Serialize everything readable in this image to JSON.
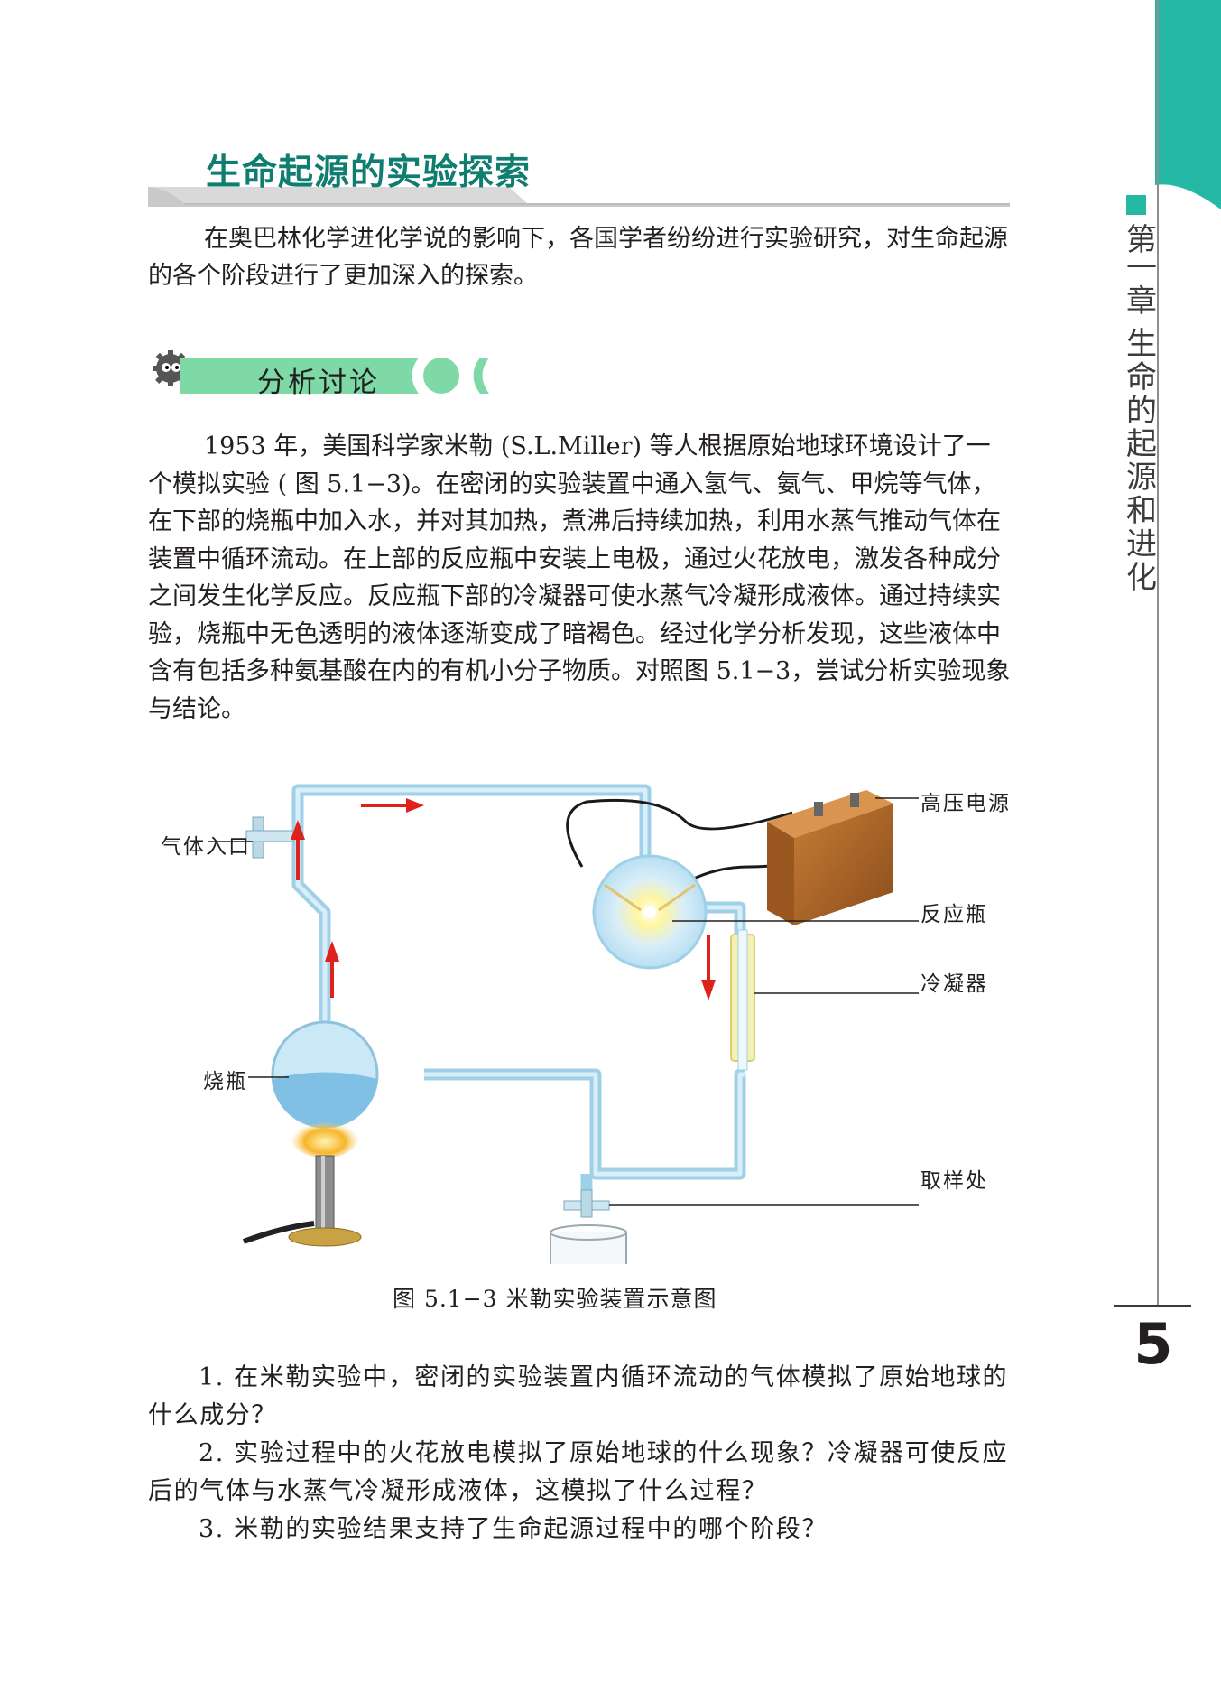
{
  "section_title": "生命起源的实验探索",
  "intro_text": "在奥巴林化学进化学说的影响下，各国学者纷纷进行实验研究，对生命起源的各个阶段进行了更加深入的探索。",
  "discussion_label": "分析讨论",
  "body_text": "1953 年，美国科学家米勒 (S.L.Miller) 等人根据原始地球环境设计了一个模拟实验 ( 图 5.1−3)。在密闭的实验装置中通入氢气、氨气、甲烷等气体，在下部的烧瓶中加入水，并对其加热，煮沸后持续加热，利用水蒸气推动气体在装置中循环流动。在上部的反应瓶中安装上电极，通过火花放电，激发各种成分之间发生化学反应。反应瓶下部的冷凝器可使水蒸气冷凝形成液体。通过持续实验，烧瓶中无色透明的液体逐渐变成了暗褐色。经过化学分析发现，这些液体中含有包括多种氨基酸在内的有机小分子物质。对照图 5.1−3，尝试分析实验现象与结论。",
  "figure": {
    "labels": {
      "gas_inlet": "气体入口",
      "power": "高压电源",
      "reaction_flask": "反应瓶",
      "condenser": "冷凝器",
      "boiling_flask": "烧瓶",
      "sampling": "取样处"
    },
    "caption": "图  5.1−3    米勒实验装置示意图"
  },
  "questions": [
    "1. 在米勒实验中，密闭的实验装置内循环流动的气体模拟了原始地球的什么成分？",
    "2. 实验过程中的火花放电模拟了原始地球的什么现象？冷凝器可使反应后的气体与水蒸气冷凝形成液体，这模拟了什么过程？",
    "3. 米勒的实验结果支持了生命起源过程中的哪个阶段？"
  ],
  "chapter_title": [
    "第",
    "一",
    "章",
    "生",
    "命",
    "的",
    "起",
    "源",
    "和",
    "进",
    "化"
  ],
  "page_number": "5",
  "colors": {
    "accent": "#25b9a5",
    "title": "#0f7d6f",
    "banner": "#7fd9a6",
    "arrow": "#e0201b"
  }
}
